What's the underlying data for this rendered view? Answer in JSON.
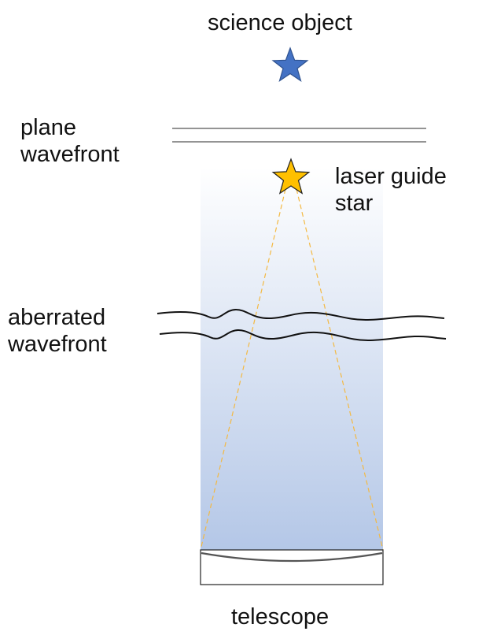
{
  "labels": {
    "science_object": "science object",
    "plane_wavefront": [
      "plane",
      "wavefront"
    ],
    "laser_guide_star": [
      "laser guide",
      "star"
    ],
    "aberrated_wavefront": [
      "aberrated",
      "wavefront"
    ],
    "telescope": "telescope"
  },
  "colors": {
    "science_star_fill": "#4472c4",
    "science_star_stroke": "#2f528f",
    "guide_star_fill": "#ffc000",
    "guide_star_stroke": "#222222",
    "laser_beam": "#f4b942",
    "beam_gradient_top": "#ffffff",
    "beam_gradient_bottom": "#b4c7e7",
    "wavefront_line": "#111111",
    "plane_wavefront_line": "#555555"
  }
}
